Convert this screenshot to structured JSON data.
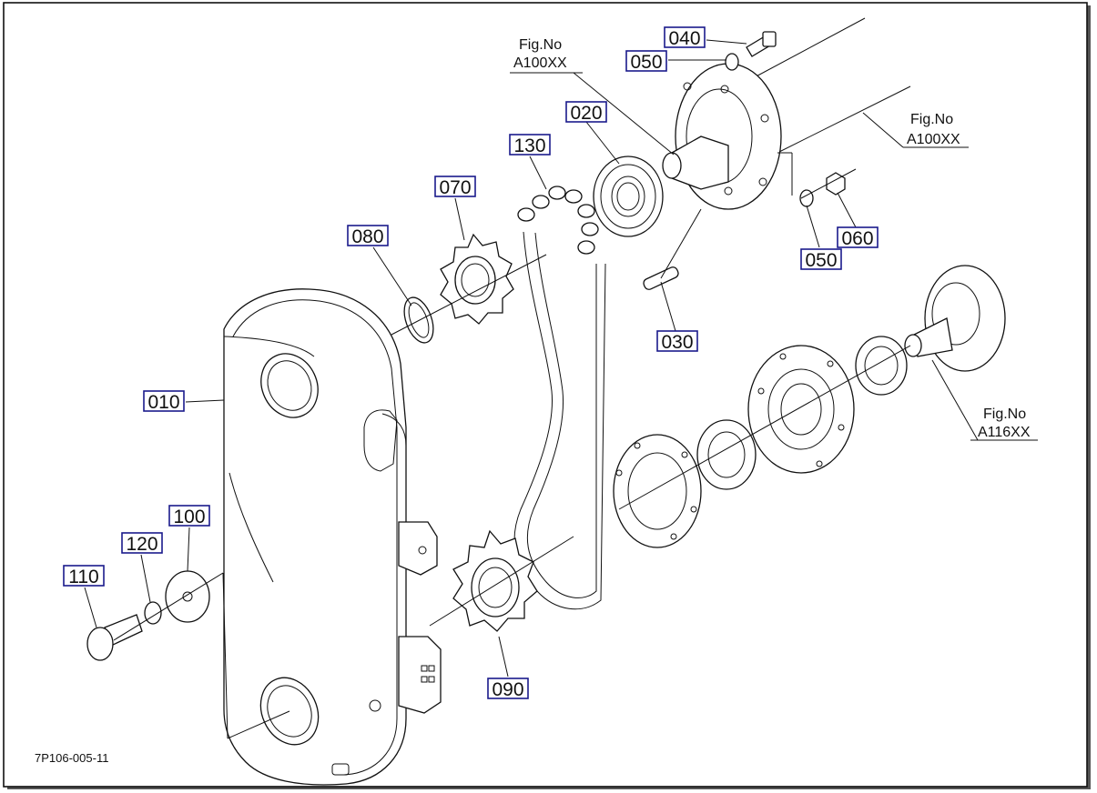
{
  "diagram": {
    "drawing_number": "7P106-005-11",
    "parts": [
      {
        "id": "p010",
        "label": "010"
      },
      {
        "id": "p020",
        "label": "020"
      },
      {
        "id": "p030",
        "label": "030"
      },
      {
        "id": "p040",
        "label": "040"
      },
      {
        "id": "p050a",
        "label": "050"
      },
      {
        "id": "p050b",
        "label": "050"
      },
      {
        "id": "p060",
        "label": "060"
      },
      {
        "id": "p070",
        "label": "070"
      },
      {
        "id": "p080",
        "label": "080"
      },
      {
        "id": "p090",
        "label": "090"
      },
      {
        "id": "p100",
        "label": "100"
      },
      {
        "id": "p110",
        "label": "110"
      },
      {
        "id": "p120",
        "label": "120"
      },
      {
        "id": "p130",
        "label": "130"
      }
    ],
    "figure_refs": [
      {
        "id": "fig1",
        "line1": "Fig.No",
        "line2": "A100XX"
      },
      {
        "id": "fig2",
        "line1": "Fig.No",
        "line2": "A100XX"
      },
      {
        "id": "fig3",
        "line1": "Fig.No",
        "line2": "A116XX"
      }
    ]
  }
}
